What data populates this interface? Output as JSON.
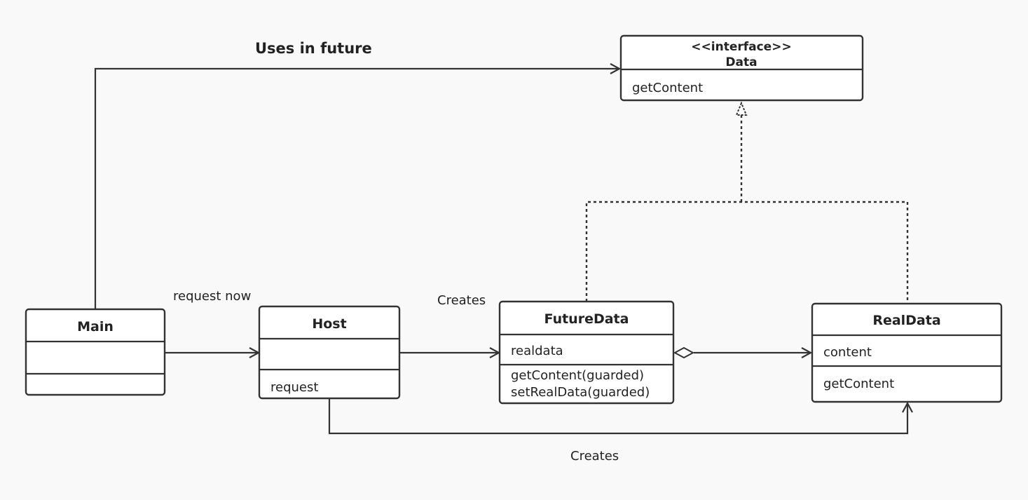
{
  "classes": {
    "data": {
      "stereotype": "<<interface>>",
      "name": "Data",
      "methods": [
        "getContent"
      ]
    },
    "main": {
      "name": "Main",
      "fields": [],
      "methods": []
    },
    "host": {
      "name": "Host",
      "fields": [],
      "methods": [
        "request"
      ]
    },
    "future_data": {
      "name": "FutureData",
      "fields": [
        "realdata"
      ],
      "methods": [
        "getContent(guarded)",
        "setRealData(guarded)"
      ]
    },
    "real_data": {
      "name": "RealData",
      "fields": [
        "content"
      ],
      "methods": [
        "getContent"
      ]
    }
  },
  "relations": {
    "uses_in_future": "Uses in future",
    "request_now": "request now",
    "creates_future": "Creates",
    "creates_real": "Creates"
  },
  "colors": {
    "stroke": "#333333",
    "box_fill": "#ffffff",
    "background": "#f9f9f9"
  }
}
